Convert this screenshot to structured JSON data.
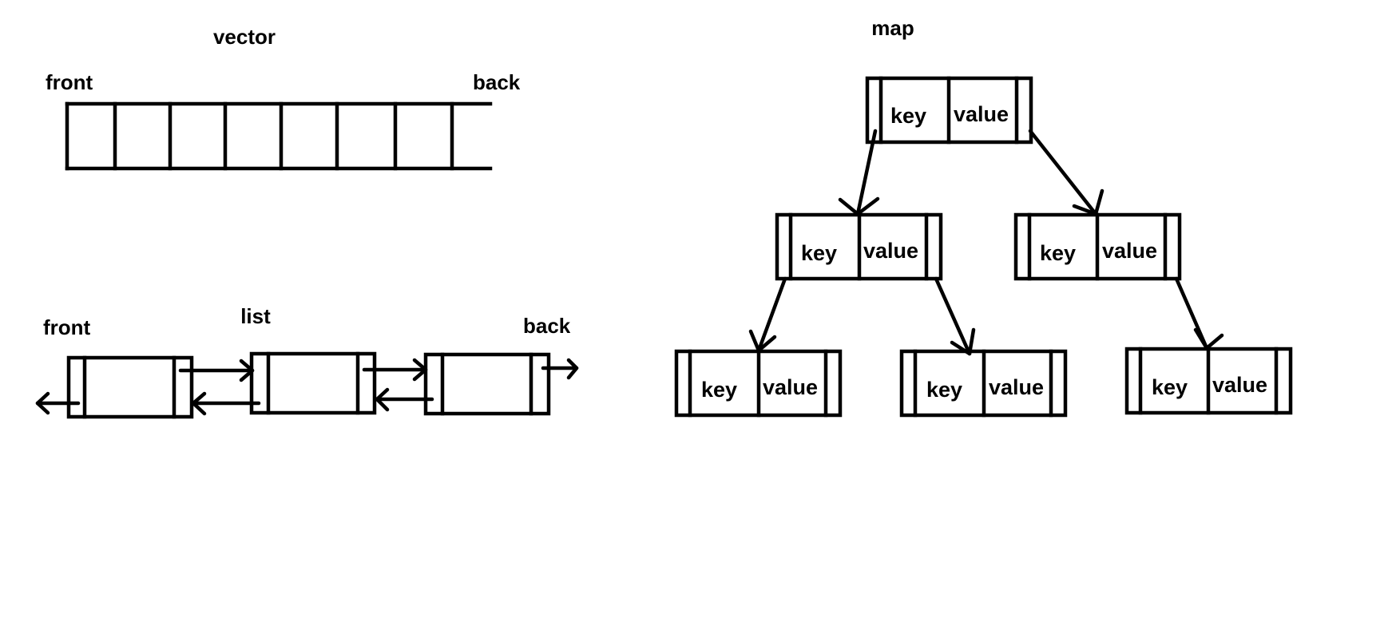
{
  "vector": {
    "title": "vector",
    "front_label": "front",
    "back_label": "back"
  },
  "list": {
    "title": "list",
    "front_label": "front",
    "back_label": "back"
  },
  "map": {
    "title": "map",
    "nodes": [
      {
        "key": "key",
        "value": "value"
      },
      {
        "key": "key",
        "value": "value"
      },
      {
        "key": "key",
        "value": "value"
      },
      {
        "key": "key",
        "value": "value"
      },
      {
        "key": "key",
        "value": "value"
      },
      {
        "key": "key",
        "value": "value"
      }
    ]
  },
  "colors": {
    "stroke": "#000000",
    "background": "#ffffff"
  }
}
